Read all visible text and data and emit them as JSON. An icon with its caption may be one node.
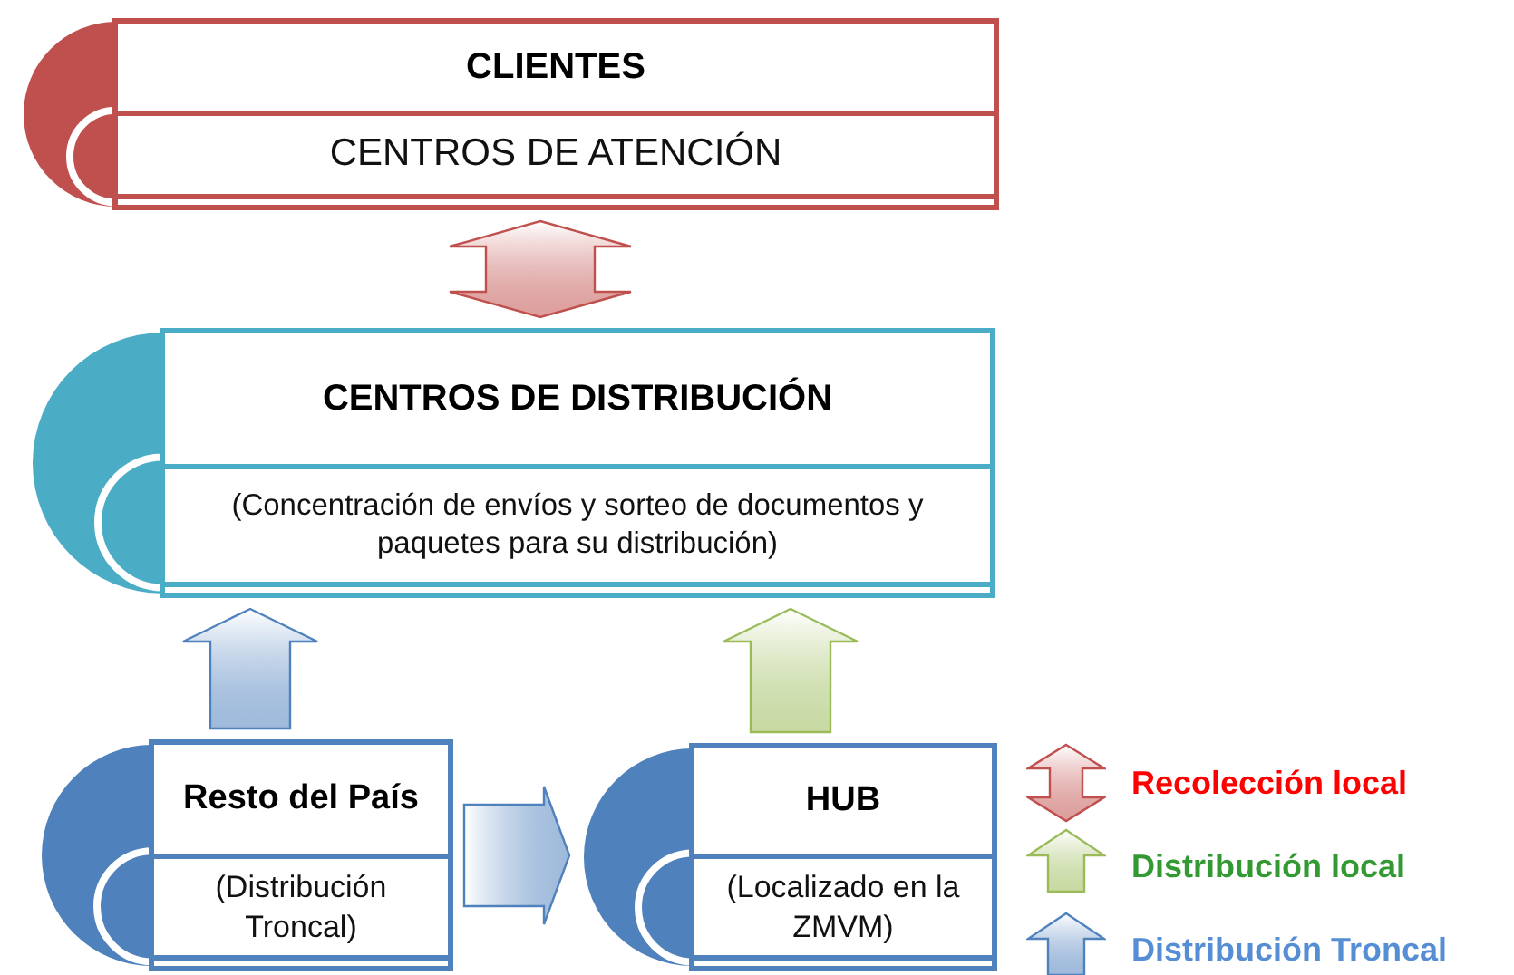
{
  "diagram": {
    "nodes": [
      {
        "text": [
          "CLIENTES",
          "CENTROS DE ATENCIÓN"
        ]
      },
      {
        "text": [
          "CENTROS DE DISTRIBUCIÓN",
          "(Concentración de envíos y sorteo de documentos y paquetes para su distribución)"
        ]
      },
      {
        "text": [
          "Resto del País",
          "(Distribución Troncal)"
        ]
      },
      {
        "text": [
          "HUB",
          "(Localizado en la ZMVM)"
        ]
      }
    ],
    "edges": [
      {
        "from": 0,
        "to": 1,
        "arrow": "both",
        "color": "#c0504d"
      },
      {
        "from": 2,
        "to": 1,
        "arrow": "to",
        "color": "#4f81bd"
      },
      {
        "from": 3,
        "to": 1,
        "arrow": "to",
        "color": "#9bbb59"
      },
      {
        "from": 2,
        "to": 3,
        "arrow": "to",
        "color": "#4f81bd"
      }
    ],
    "legend": [
      {
        "text": "Recolección local",
        "color": "#c0504d"
      },
      {
        "text": "Distribución local",
        "color": "#9bbb59"
      },
      {
        "text": "Distribución Troncal",
        "color": "#4f81bd"
      }
    ]
  }
}
